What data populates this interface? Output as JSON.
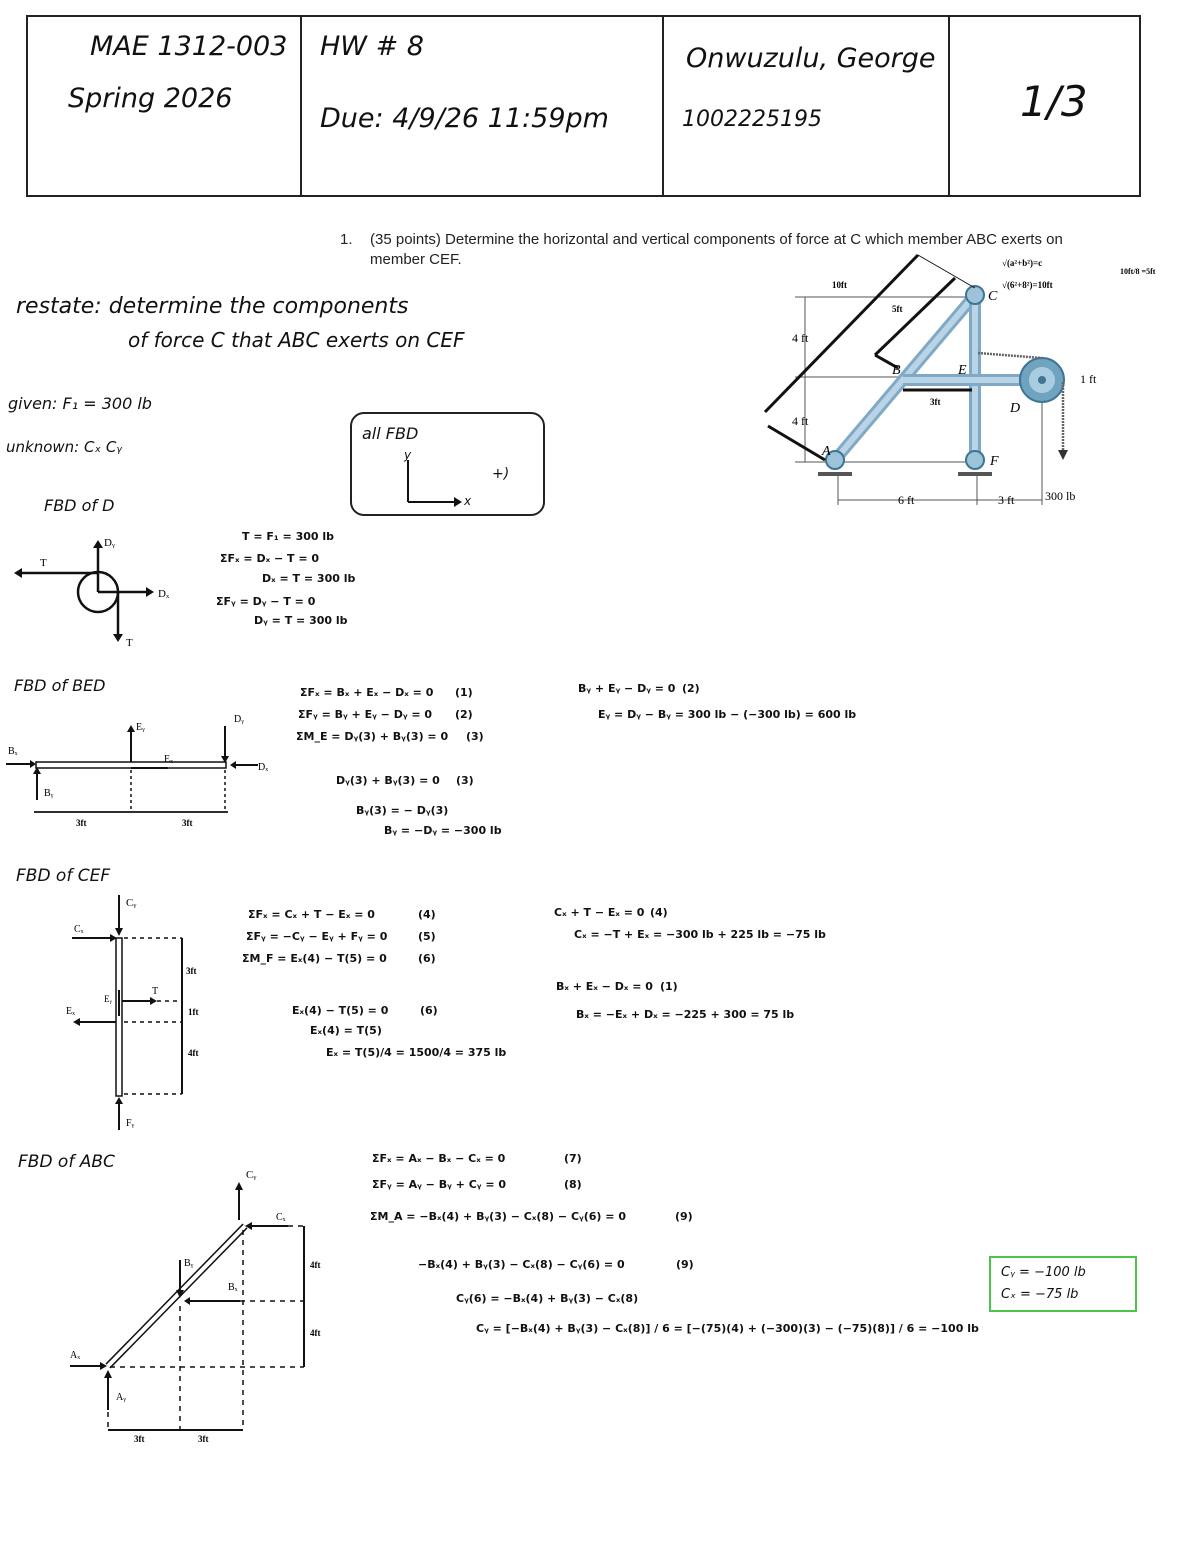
{
  "header": {
    "course": "MAE 1312-003",
    "semester": "Spring 2026",
    "homework": "HW # 8",
    "due": "Due: 4/9/26  11:59pm",
    "student_name": "Onwuzulu, George",
    "student_id": "1002225195",
    "page": "1/3"
  },
  "problem": {
    "number": "1.",
    "text": "(35 points) Determine the horizontal and vertical components of force at C which member ABC exerts on member CEF."
  },
  "figure": {
    "labels": {
      "A": "A",
      "B": "B",
      "C": "C",
      "D": "D",
      "E": "E",
      "F": "F"
    },
    "dims": {
      "upper_height": "4 ft",
      "lower_height": "4 ft",
      "span_AF": "6 ft",
      "span_FD": "3 ft",
      "pulley_radius": "1 ft",
      "load": "300 lb"
    },
    "annotations": {
      "ac_length": "10ft",
      "bc_length": "5ft",
      "be_length": "3ft",
      "pythag_1": "√(a²+b²)=c",
      "pythag_2": "√(6²+8²)=10ft",
      "ratio": "10ft/8 =5ft"
    }
  },
  "notes": {
    "restate": "restate: determine the components",
    "restate_2": "of force C that ABC exerts on CEF",
    "given": "given:  F₁ = 300 lb",
    "unknown": "unknown:  Cₓ   Cᵧ",
    "axes_box": {
      "title": "all FBD",
      "y": "y",
      "x": "x",
      "moment": "+)"
    }
  },
  "fbd_D": {
    "title": "FBD of D",
    "labels": {
      "T": "T",
      "Dy": "Dᵧ",
      "Dx": "Dₓ",
      "Tdown": "T"
    },
    "equations": [
      "T = F₁ = 300 lb",
      "ΣFₓ = Dₓ − T = 0",
      "Dₓ = T = 300 lb",
      "ΣFᵧ = Dᵧ − T = 0",
      "Dᵧ = T = 300 lb"
    ]
  },
  "fbd_BED": {
    "title": "FBD of BED",
    "labels": {
      "Bx": "Bₓ",
      "By": "Bᵧ",
      "Ey": "Eᵧ",
      "Ex": "Eₓ",
      "Dy": "Dᵧ",
      "Dx": "Dₓ",
      "d1": "3ft",
      "d2": "3ft"
    },
    "equations": [
      {
        "eq": "ΣFₓ = Bₓ + Eₓ − Dₓ = 0",
        "tag": "(1)"
      },
      {
        "eq": "ΣFᵧ = Bᵧ + Eᵧ − Dᵧ = 0",
        "tag": "(2)"
      },
      {
        "eq": "ΣM_E = Dᵧ(3) + Bᵧ(3) = 0",
        "tag": "(3)"
      }
    ],
    "solve": [
      {
        "eq": "Dᵧ(3) + Bᵧ(3) = 0",
        "tag": "(3)"
      },
      {
        "eq": "Bᵧ(3) = − Dᵧ(3)",
        "tag": ""
      },
      {
        "eq": "Bᵧ = −Dᵧ = −300 lb",
        "tag": ""
      }
    ],
    "solve_right": [
      {
        "eq": "Bᵧ + Eᵧ − Dᵧ = 0",
        "tag": "(2)"
      },
      {
        "eq": "Eᵧ = Dᵧ − Bᵧ = 300 lb − (−300 lb) = 600 lb",
        "tag": ""
      }
    ]
  },
  "fbd_CEF": {
    "title": "FBD of CEF",
    "labels": {
      "Cy": "Cᵧ",
      "Cx": "Cₓ",
      "T": "T",
      "Ex": "Eₓ",
      "Ey": "Eᵧ",
      "Fy": "Fᵧ",
      "d1": "3ft",
      "d2": "1ft",
      "d3": "4ft"
    },
    "equations": [
      {
        "eq": "ΣFₓ = Cₓ + T − Eₓ = 0",
        "tag": "(4)"
      },
      {
        "eq": "ΣFᵧ = −Cᵧ − Eᵧ + Fᵧ = 0",
        "tag": "(5)"
      },
      {
        "eq": "ΣM_F = Eₓ(4) − T(5) = 0",
        "tag": "(6)"
      }
    ],
    "solve": [
      {
        "eq": "Eₓ(4) − T(5) = 0",
        "tag": "(6)"
      },
      {
        "eq": "Eₓ(4) = T(5)",
        "tag": ""
      },
      {
        "eq": "Eₓ = T(5)/4 = 1500/4 = 375 lb",
        "tag": ""
      }
    ],
    "solve_right": [
      {
        "eq": "Cₓ + T − Eₓ = 0",
        "tag": "(4)"
      },
      {
        "eq": "Cₓ = −T + Eₓ = −300 lb + 225 lb = −75 lb",
        "tag": ""
      },
      {
        "eq": "Bₓ + Eₓ − Dₓ = 0",
        "tag": "(1)"
      },
      {
        "eq": "Bₓ = −Eₓ + Dₓ = −225 + 300 = 75 lb",
        "tag": ""
      }
    ]
  },
  "fbd_ABC": {
    "title": "FBD of ABC",
    "labels": {
      "Cy": "Cᵧ",
      "Cx": "Cₓ",
      "By": "Bᵧ",
      "Bx": "Bₓ",
      "Ax": "Aₓ",
      "Ay": "Aᵧ",
      "h1": "4ft",
      "h2": "4ft",
      "w1": "3ft",
      "w2": "3ft"
    },
    "equations": [
      {
        "eq": "ΣFₓ = Aₓ − Bₓ − Cₓ = 0",
        "tag": "(7)"
      },
      {
        "eq": "ΣFᵧ = Aᵧ − Bᵧ + Cᵧ = 0",
        "tag": "(8)"
      },
      {
        "eq": "ΣM_A = −Bₓ(4) + Bᵧ(3) − Cₓ(8) − Cᵧ(6) = 0",
        "tag": "(9)"
      }
    ],
    "solve": [
      {
        "eq": "−Bₓ(4) + Bᵧ(3) − Cₓ(8) − Cᵧ(6) = 0",
        "tag": "(9)"
      },
      {
        "eq": "Cᵧ(6) = −Bₓ(4) + Bᵧ(3) − Cₓ(8)",
        "tag": ""
      },
      {
        "eq": "Cᵧ = [−Bₓ(4) + Bᵧ(3) − Cₓ(8)] / 6 = [−(75)(4) + (−300)(3) − (−75)(8)] / 6 = −100 lb",
        "tag": ""
      }
    ]
  },
  "answer": {
    "cy": "Cᵧ = −100 lb",
    "cx": "Cₓ = −75 lb",
    "box_color": "#4cc44c"
  }
}
